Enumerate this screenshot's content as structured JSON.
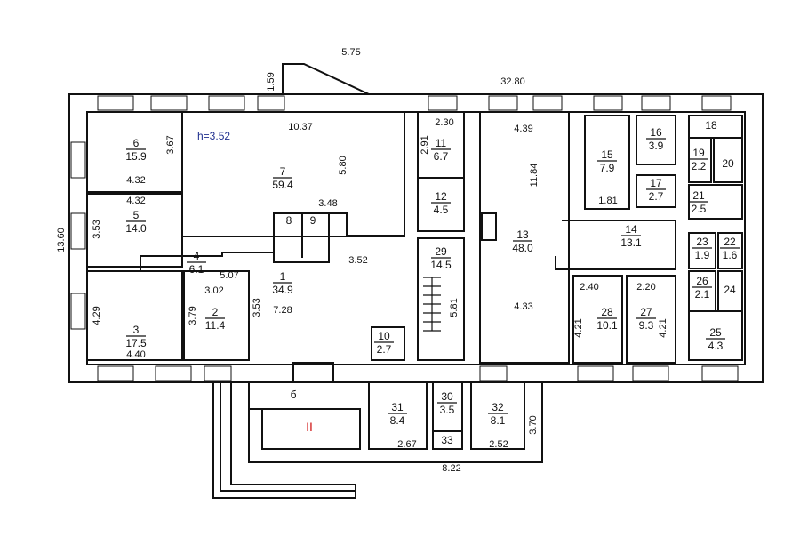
{
  "height_label": "h=3.52",
  "stair_mark": "II",
  "lobby_mark": "б",
  "colors": {
    "line": "#111111",
    "height": "#1f2f8f",
    "mark": "#d01818"
  },
  "rooms": [
    {
      "no": "1",
      "area": "34.9"
    },
    {
      "no": "2",
      "area": "11.4"
    },
    {
      "no": "3",
      "area": "17.5"
    },
    {
      "no": "4",
      "area": "6.1"
    },
    {
      "no": "5",
      "area": "14.0"
    },
    {
      "no": "6",
      "area": "15.9"
    },
    {
      "no": "7",
      "area": "59.4"
    },
    {
      "no": "8",
      "area": ""
    },
    {
      "no": "9",
      "area": ""
    },
    {
      "no": "10",
      "area": "2.7"
    },
    {
      "no": "11",
      "area": "6.7"
    },
    {
      "no": "12",
      "area": "4.5"
    },
    {
      "no": "13",
      "area": "48.0"
    },
    {
      "no": "14",
      "area": "13.1"
    },
    {
      "no": "15",
      "area": "7.9"
    },
    {
      "no": "16",
      "area": "3.9"
    },
    {
      "no": "17",
      "area": "2.7"
    },
    {
      "no": "18",
      "area": ""
    },
    {
      "no": "19",
      "area": "2.2"
    },
    {
      "no": "20",
      "area": ""
    },
    {
      "no": "21",
      "area": "2.5"
    },
    {
      "no": "22",
      "area": "1.6"
    },
    {
      "no": "23",
      "area": "1.9"
    },
    {
      "no": "24",
      "area": ""
    },
    {
      "no": "25",
      "area": "4.3"
    },
    {
      "no": "26",
      "area": "2.1"
    },
    {
      "no": "27",
      "area": "9.3"
    },
    {
      "no": "28",
      "area": "10.1"
    },
    {
      "no": "29",
      "area": "14.5"
    },
    {
      "no": "30",
      "area": "3.5"
    },
    {
      "no": "31",
      "area": "8.4"
    },
    {
      "no": "32",
      "area": "8.1"
    },
    {
      "no": "33",
      "area": ""
    }
  ],
  "dims": [
    "5.75",
    "32.80",
    "1.59",
    "13.60",
    "10.37",
    "3.67",
    "4.32",
    "4.32",
    "3.53",
    "4.29",
    "4.40",
    "3.79",
    "3.02",
    "5.07",
    "3.53",
    "3.48",
    "5.80",
    "3.52",
    "7.28",
    "2.30",
    "2.91",
    "4.39",
    "11.84",
    "4.33",
    "5.81",
    "1.81",
    "2.40",
    "2.20",
    "4.21",
    "4.21",
    "2.67",
    "2.52",
    "8.22",
    "3.70"
  ]
}
